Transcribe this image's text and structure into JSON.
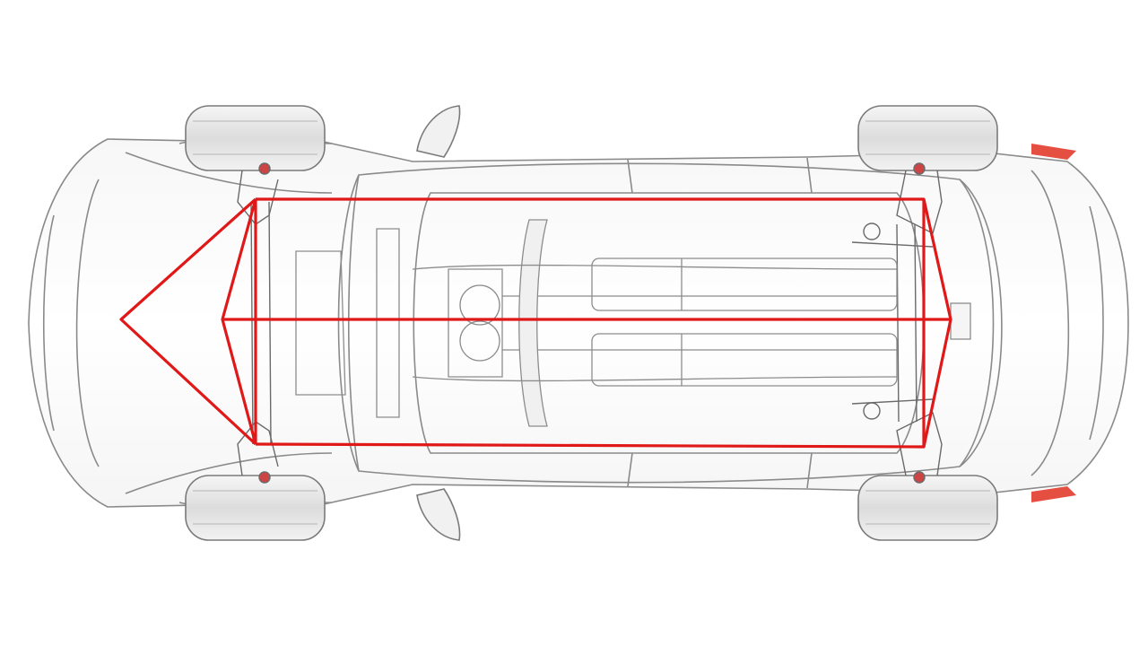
{
  "diagram": {
    "view": "top-down",
    "subject": "car-chassis-xray",
    "colors": {
      "background": "#ffffff",
      "body_line": "#8a8a8a",
      "body_fill": "#f4f4f4",
      "wheel_fill": "#e6e6e6",
      "wheel_line": "#7a7a7a",
      "frame_highlight": "#e01818",
      "tail_light": "#e03020"
    },
    "parts": [
      "body-outline",
      "wheels",
      "mirrors",
      "drivetrain",
      "battery-pack",
      "suspension",
      "structural-frame"
    ]
  }
}
